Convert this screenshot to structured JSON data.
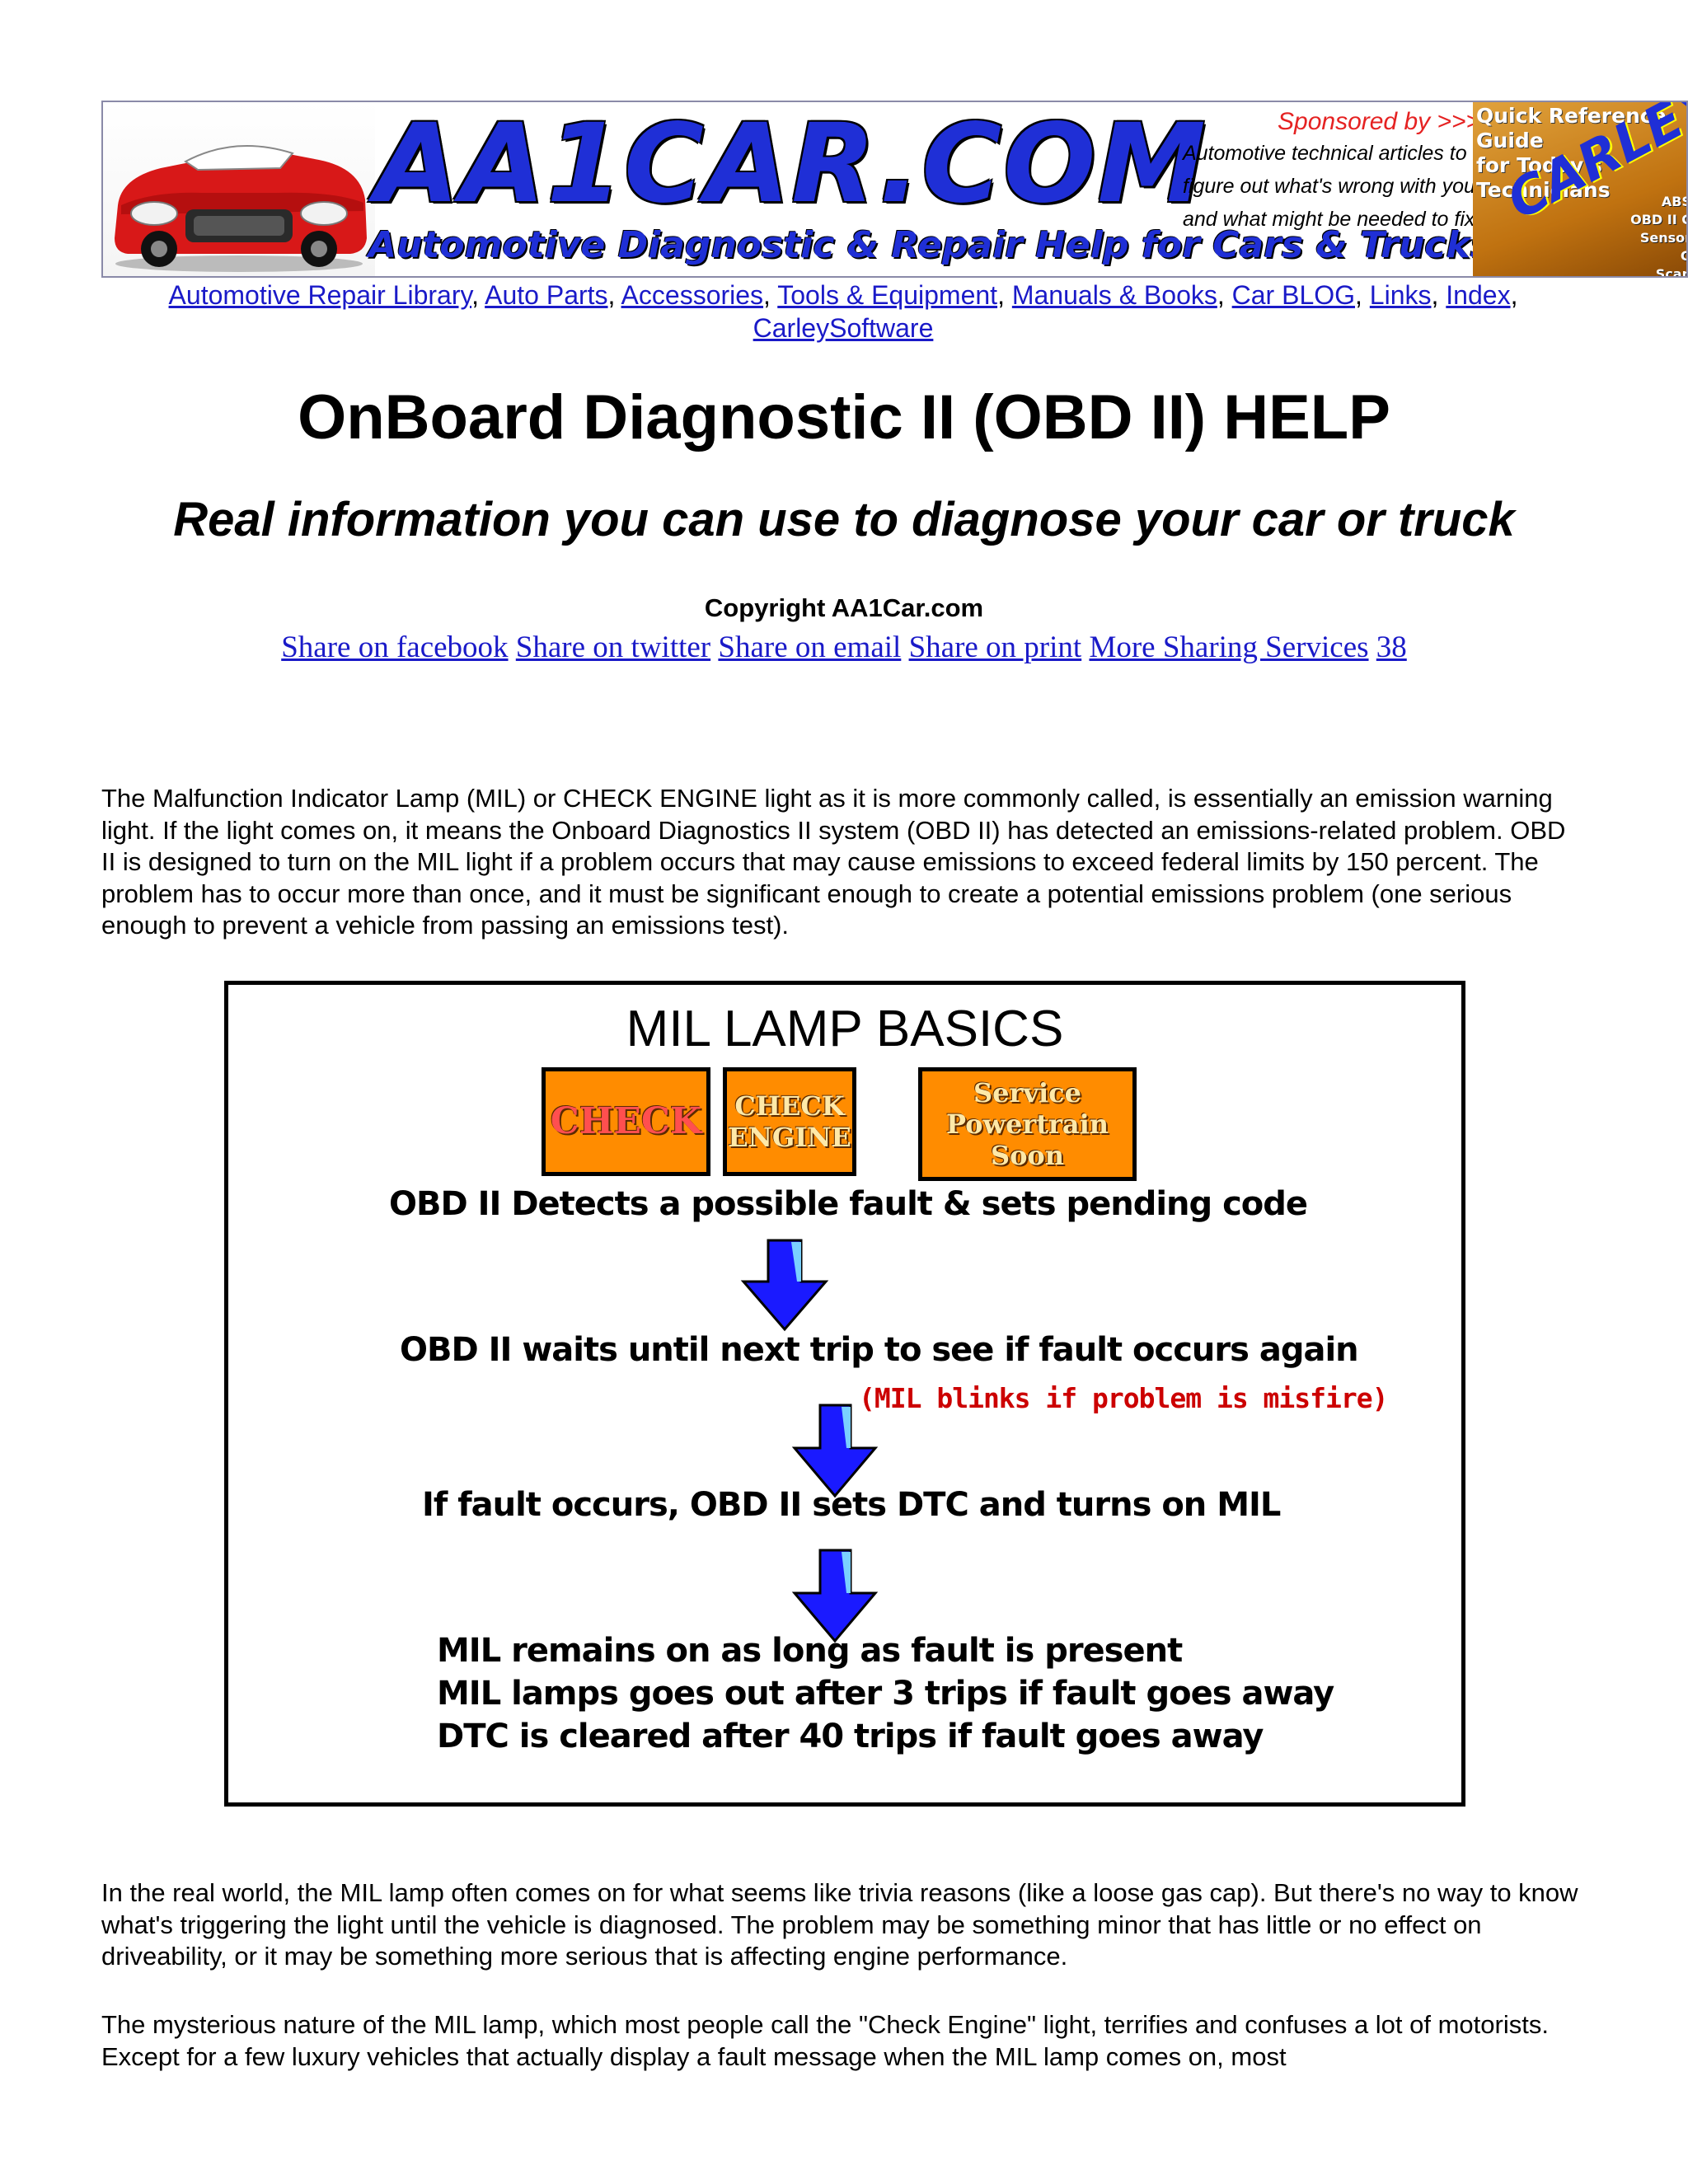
{
  "banner": {
    "logo": "AA1CAR.COM",
    "tagline": "Automotive Diagnostic & Repair Help for Cars & Trucks",
    "sponsor_title": "Sponsored by >>>>>>",
    "sponsor_desc": [
      "Automotive technical articles to help you",
      "figure out what's wrong with your vehicle",
      "and what might be needed to fix it..."
    ],
    "carley_ref": [
      "Quick Reference Guide",
      "for Today's",
      "Technicians"
    ],
    "carley_brand": "CARLEY SOFTWARE",
    "carley_side": [
      "ABS",
      "OBD II C",
      "Sensor G",
      "Scan Tool Compa"
    ]
  },
  "nav": {
    "links": [
      "Automotive Repair Library",
      "Auto Parts",
      "Accessories",
      "Tools & Equipment",
      "Manuals & Books",
      "Car BLOG",
      "Links",
      "Index",
      "CarleySoftware"
    ]
  },
  "page": {
    "title": "OnBoard Diagnostic II (OBD II) HELP",
    "subtitle": "Real information you can use to diagnose your car or truck",
    "copyright": "Copyright AA1Car.com"
  },
  "share": {
    "links": [
      "Share on facebook",
      "Share on twitter",
      "Share on email",
      "Share on print",
      "More Sharing Services",
      "38"
    ]
  },
  "paragraphs": [
    "The Malfunction Indicator Lamp (MIL) or CHECK ENGINE light as it is more commonly called, is essentially an emission warning light. If the light comes on, it means the Onboard Diagnostics II system (OBD II) has detected an emissions-related problem. OBD II is designed to turn on the MIL light if a problem occurs that may cause emissions to exceed federal limits by 150 percent. The problem has to occur more than once, and it must be significant enough to create a potential emissions problem (one serious enough to prevent a vehicle from passing an emissions test).",
    "In the real world, the MIL lamp often comes on for what seems like trivia reasons (like a loose gas cap). But there's no way to know what's triggering the light until the vehicle is diagnosed. The problem may be something minor that has little or no effect on driveability, or it may be something more serious that is affecting engine performance.",
    "The mysterious nature of the MIL lamp, which most people call the \"Check Engine\" light, terrifies and confuses a lot of motorists. Except for a few luxury vehicles that actually display a fault message when the MIL lamp comes on, most"
  ],
  "diagram": {
    "title": "MIL LAMP BASICS",
    "lamps": [
      "CHECK",
      "CHECK ENGINE",
      "Service Powertrain Soon"
    ],
    "steps": [
      "OBD II Detects a possible fault & sets pending code",
      "OBD II waits until next trip to see if fault occurs again",
      "If fault occurs, OBD II sets DTC and turns on MIL"
    ],
    "note": "(MIL blinks if problem is misfire)",
    "final": [
      "MIL remains on as long as fault is present",
      "MIL lamps goes out after 3 trips if fault goes away",
      "DTC is cleared after 40 trips if fault goes away"
    ],
    "colors": {
      "lamp": "#ff8c00",
      "arrow": "#1a1aff",
      "note": "#cc0000"
    }
  }
}
